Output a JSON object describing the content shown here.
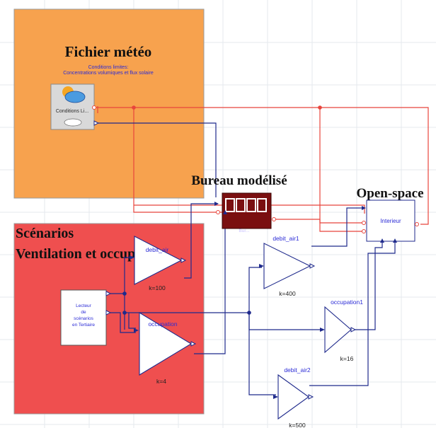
{
  "colors": {
    "meteo_bg": "#f7a24e",
    "scenario_bg": "#ef4f4f",
    "blue_wire": "#1f2a8c",
    "red_wire": "#e8453c",
    "bureau_block": "#7a0f10",
    "label_blue": "#2b2bd6"
  },
  "meteo": {
    "title": "Fichier météo",
    "subtitle1": "Conditions limites:",
    "subtitle2": "Concentrations volumiques  et flux solaire",
    "block_label": "Conditions Li...",
    "icon": "weather-icon"
  },
  "scenarios": {
    "title1": "Scénarios",
    "title2": "Ventilation  et occupants",
    "reader_l1": "Lecteur",
    "reader_l2": "de",
    "reader_l3": "scénarios",
    "reader_l4": "en Tertiaire"
  },
  "bureau": {
    "title": "Bureau modélisé",
    "block_label": "Bur..."
  },
  "openspace": {
    "title": "Open-space",
    "block_label": "Interieur"
  },
  "gains": [
    {
      "name": "debit_air",
      "k": "k=100"
    },
    {
      "name": "occupation",
      "k": "k=4"
    },
    {
      "name": "debit_air1",
      "k": "k=400"
    },
    {
      "name": "occupation1",
      "k": "k=16"
    },
    {
      "name": "debit_air2",
      "k": "k=500"
    }
  ]
}
